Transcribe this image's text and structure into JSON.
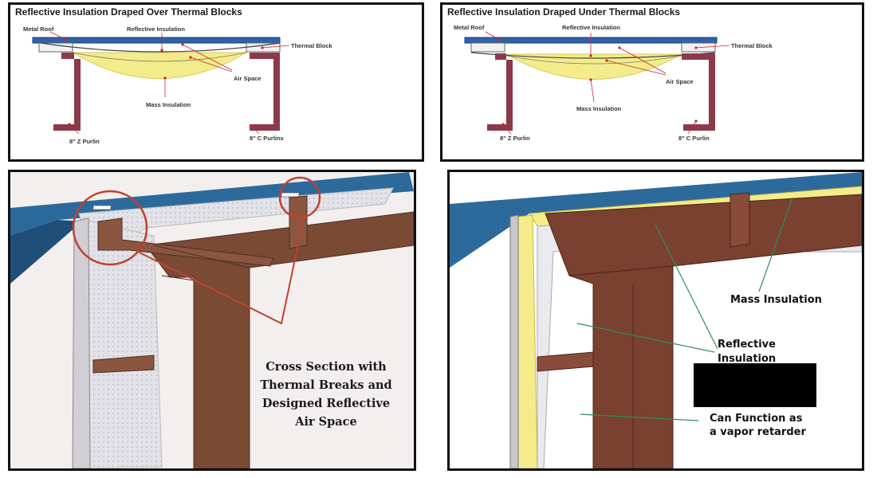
{
  "top_left": {
    "title": "Reflective Insulation Draped Over Thermal Blocks",
    "labels": {
      "metal_roof": "Metal Roof",
      "reflective": "Reflective Insulation",
      "thermal_block": "Thermal Block",
      "air_space": "Air Space",
      "mass": "Mass Insulation",
      "z_purlin": "8\" Z Purlin",
      "c_purlin": "8\" C Purlins"
    }
  },
  "top_right": {
    "title": "Reflective Insulation Draped Under Thermal Blocks",
    "labels": {
      "metal_roof": "Metal Roof",
      "reflective": "Reflective Insulation",
      "thermal_block": "Thermal Block",
      "air_space": "Air Space",
      "mass": "Mass Insulation",
      "z_purlin": "8\" Z Purlin",
      "c_purlin": "8\" C Purlin"
    }
  },
  "bottom_left": {
    "caption": [
      "Cross Section with",
      "Thermal Breaks and",
      "Designed Reflective",
      "Air Space"
    ]
  },
  "bottom_right": {
    "mass": "Mass Insulation",
    "reflective_1": "Reflective",
    "reflective_2": "Insulation",
    "vapor_1": "Can Function as",
    "vapor_2": "a vapor retarder"
  },
  "colors": {
    "roof_blue": "#2f62a8",
    "steel_brown": "#7a4a35",
    "purlin_red": "#8c3a4a",
    "mass_yellow": "#f4ec8a",
    "callout_red": "#c0412e",
    "leader_green": "#2f8f5a"
  }
}
